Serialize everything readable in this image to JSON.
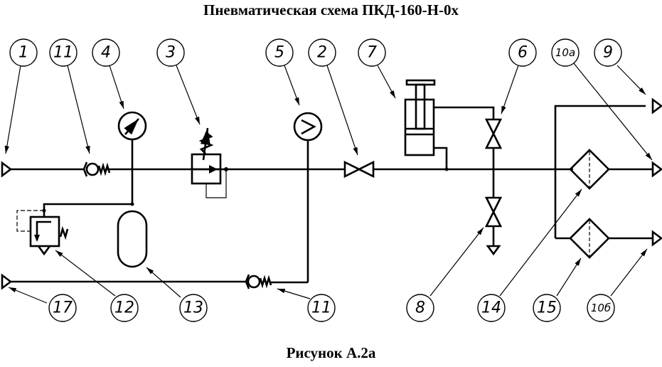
{
  "title": "Пневматическая схема ПКД-160-Н-0х",
  "caption": "Рисунок А.2а",
  "callouts": [
    {
      "label": "1",
      "component": "inlet-port"
    },
    {
      "label": "11",
      "component": "check-valve-inlet"
    },
    {
      "label": "4",
      "component": "pressure-gauge"
    },
    {
      "label": "3",
      "component": "pressure-relief-valve"
    },
    {
      "label": "5",
      "component": "pressure-switch"
    },
    {
      "label": "2",
      "component": "shutoff-valve-main"
    },
    {
      "label": "7",
      "component": "cylinder-actuator"
    },
    {
      "label": "6",
      "component": "shutoff-valve-upper"
    },
    {
      "label": "10а",
      "component": "outlet-port-middle"
    },
    {
      "label": "9",
      "component": "outlet-port-top"
    },
    {
      "label": "17",
      "component": "return-port"
    },
    {
      "label": "12",
      "component": "drain-valve"
    },
    {
      "label": "13",
      "component": "receiver-tank"
    },
    {
      "label": "11",
      "component": "check-valve-return"
    },
    {
      "label": "8",
      "component": "shutoff-valve-lower"
    },
    {
      "label": "14",
      "component": "filter-upper"
    },
    {
      "label": "15",
      "component": "filter-lower"
    },
    {
      "label": "10б",
      "component": "outlet-port-bottom"
    }
  ]
}
